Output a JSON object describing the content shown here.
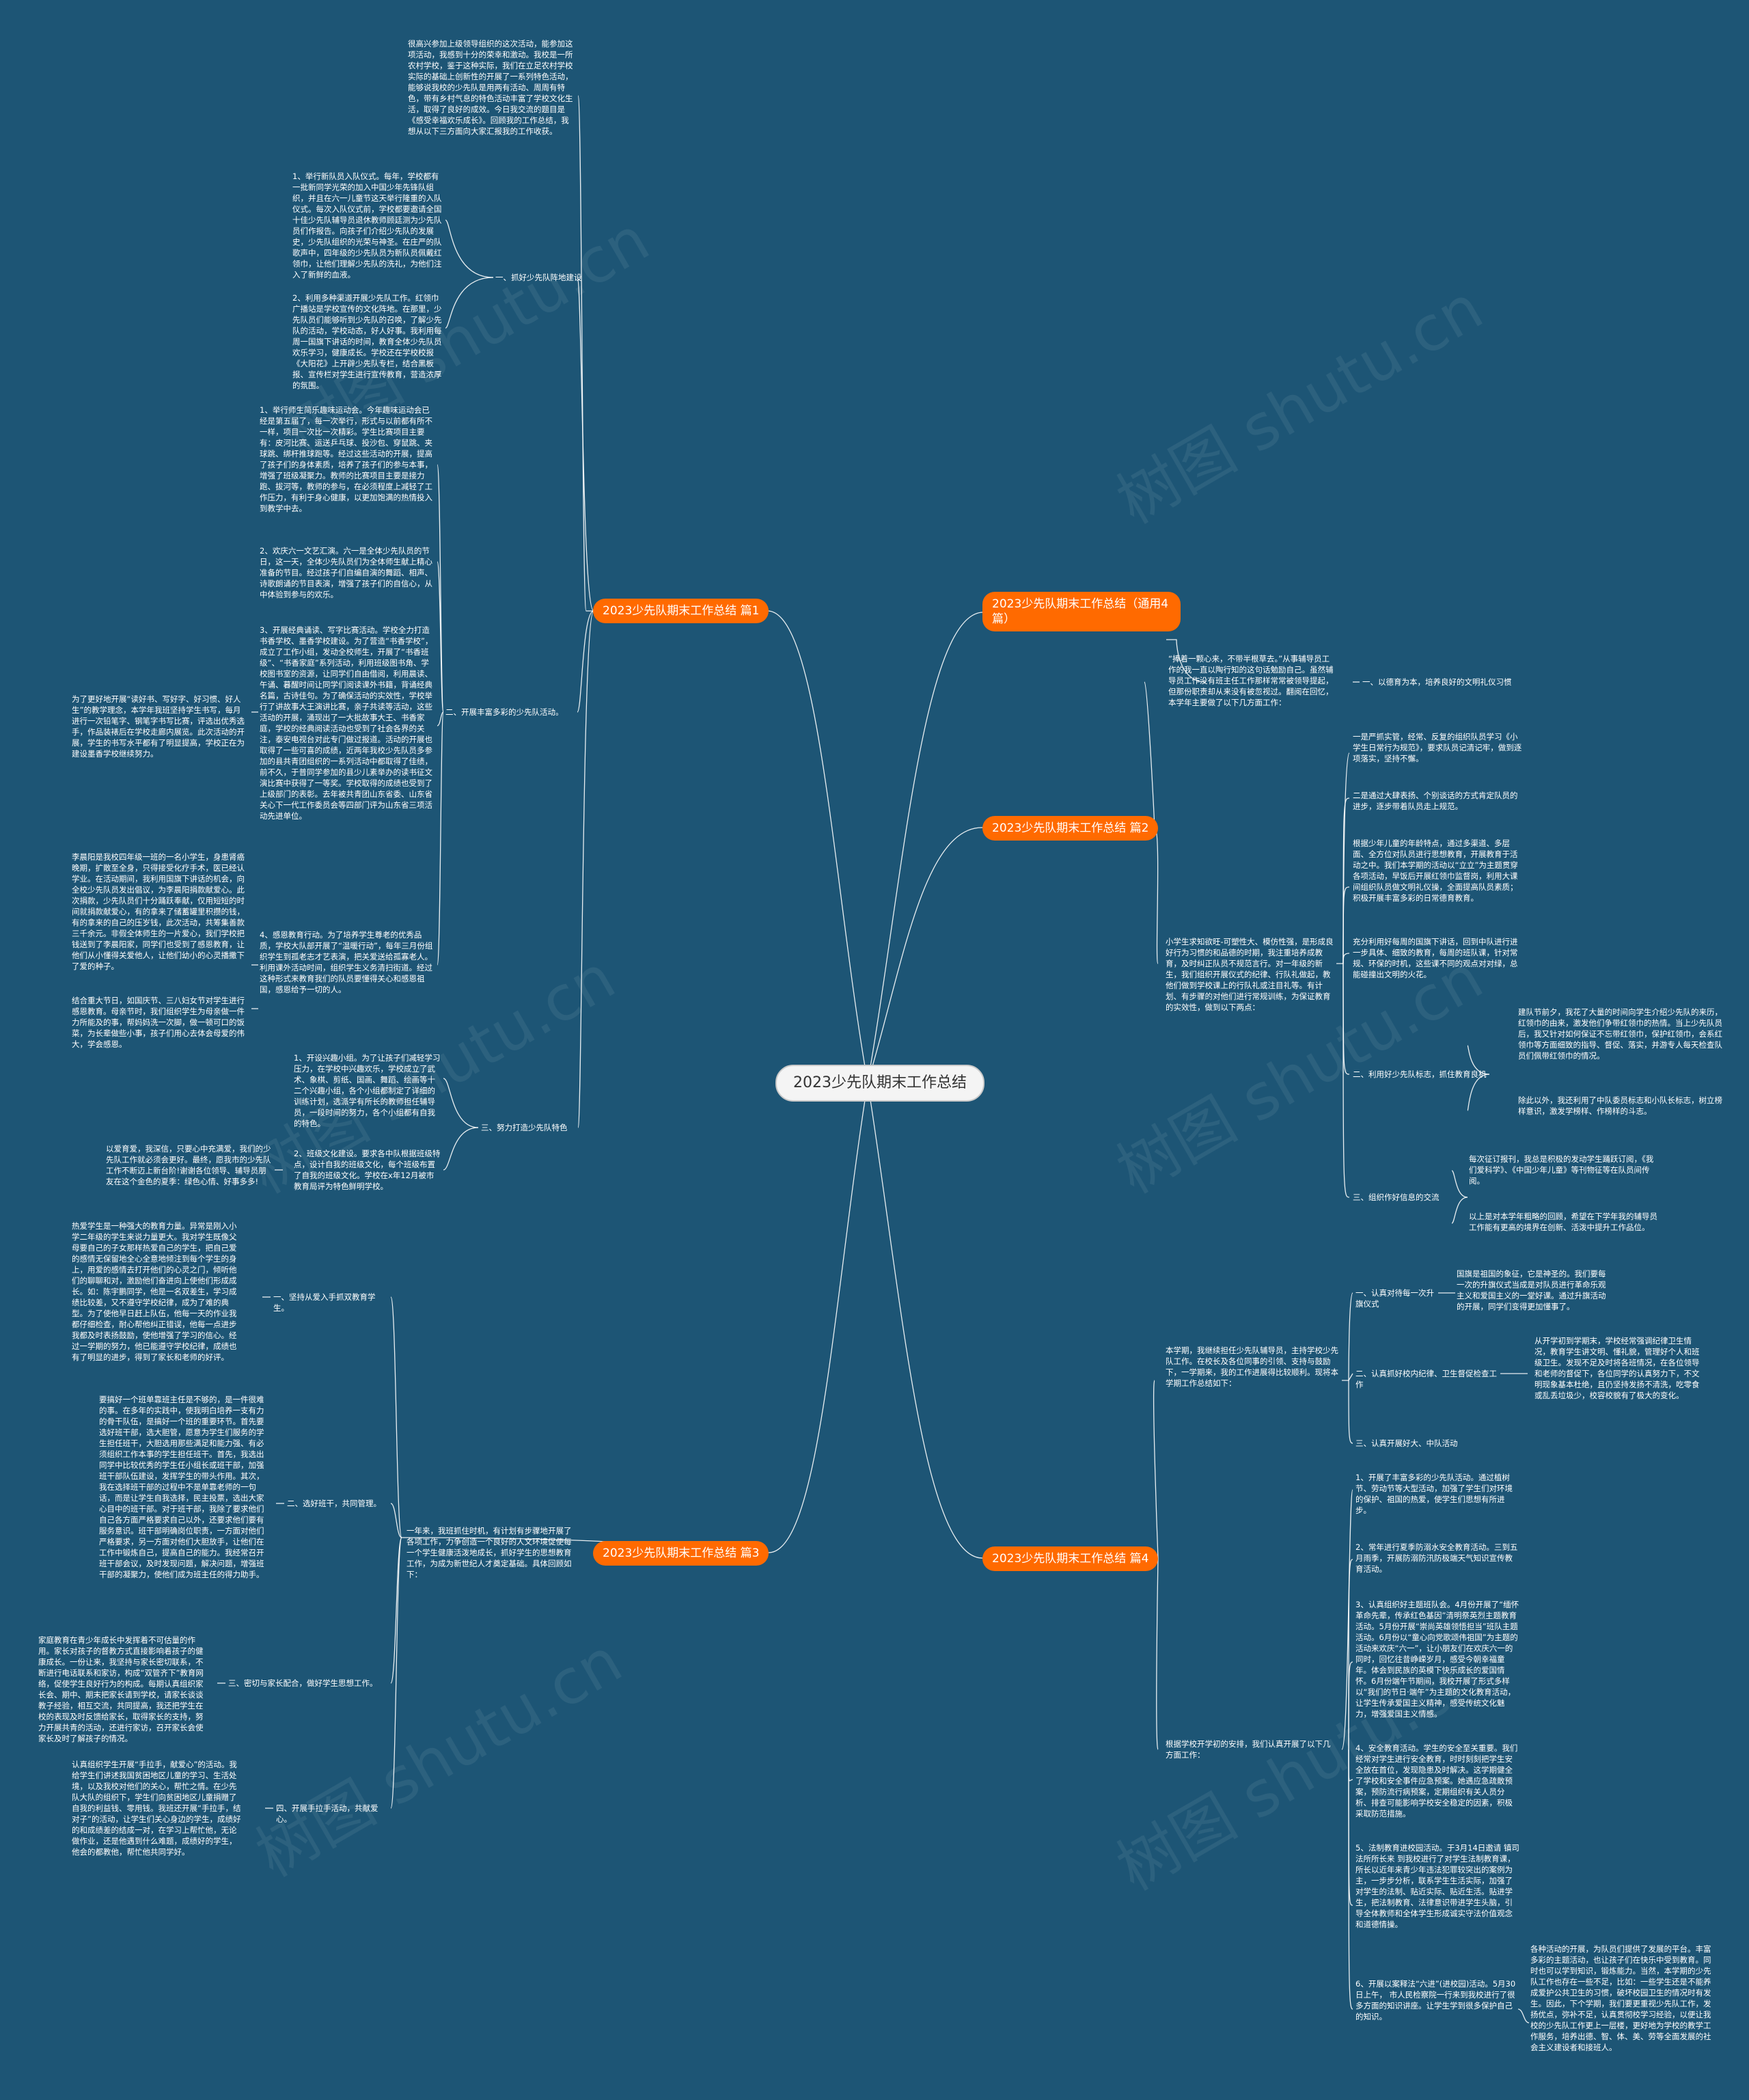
{
  "root": "2023少先队期末工作总结",
  "watermark": "树图 shutu.cn",
  "branches": {
    "b1": "2023少先队期末工作总结 篇1",
    "b2": "2023少先队期末工作总结（通用4篇）",
    "b3": "2023少先队期末工作总结 篇2",
    "b4": "2023少先队期末工作总结 篇3",
    "b5": "2023少先队期末工作总结 篇4"
  },
  "nodes": {
    "p1_intro": "很高兴参加上级领导组织的这次活动，能参加这项活动，我感到十分的荣幸和激动。我校是一所农村学校，鉴于这种实际，我们在立足农村学校实际的基础上创新性的开展了一系列特色活动，能够说我校的少先队是用两有活动、周周有特色，带有乡村气息的特色活动丰富了学校文化生活，取得了良好的成效。今日我交流的题目是《感受幸福欢乐成长》。回顾我的工作总结，我想从以下三方面向大家汇报我的工作收获。",
    "p1_s1": "一、抓好少先队阵地建设",
    "p1_s1_a": "1、举行新队员入队仪式。每年，学校都有一批新同学光荣的加入中国少年先锋队组织，并且在六一儿童节这天举行隆重的入队仪式。每次入队仪式前，学校都要邀请全国十佳少先队辅导员退休教师顾廷测为少先队员们作报告。向孩子们介绍少先队的发展史，少先队组织的光荣与神圣。在庄严的队歌声中，四年级的少先队员为新队员佩戴红领巾，让他们理解少先队的洗礼，为他们注入了新鲜的血液。",
    "p1_s1_b": "2、利用多种渠道开展少先队工作。红领巾广播站是学校宣传的文化阵地。在那里，少先队员们能够听到少先队的召唤，了解少先队的活动，学校动态，好人好事。我利用每周一国旗下讲话的时间，教育全体少先队员欢乐学习，健康成长。学校还在学校校报《大阳花》上开辟少先队专栏，结合黑板报、宣传栏对学生进行宣传教育，营造浓厚的氛围。",
    "p1_s2": "二、开展丰富多彩的少先队活动。",
    "p1_s2_a": "1、举行师生简乐趣味运动会。今年趣味运动会已经是第五届了，每一次举行，形式与以前都有所不一样，项目一次比一次精彩。学生比赛项目主要有：皮河比赛、运送乒乓球、投沙包、穿鼠跳、夹球跳、绑杆推球跑等。经过这些活动的开展，提高了孩子们的身体素质，培养了孩子们的参与本事，增强了班级凝聚力。教师的比赛项目主要是接力跑、拔河等，教师的参与，在必须程度上减轻了工作压力，有利于身心健康，以更加饱满的热情投入到教学中去。",
    "p1_s2_b": "2、欢庆六一文艺汇演。六一是全体少先队员的节日，这一天，全体少先队员们为全体师生献上精心准备的节目。经过孩子们自编自演的舞蹈、相声、诗歌朗诵的节目表演，增强了孩子们的自信心，从中体验到参与的欢乐。",
    "p1_s2_c": "3、开展经典诵读、写字比赛活动。学校全力打造书香学校、墨香学校建设。为了营造“书香学校”，成立了工作小组，发动全校师生，开展了“书香班级”、“书香家庭”系列活动，利用班级图书角、学校图书室的资源，让同学们自由借阅，利用晨读、午诵、暮醒时间让同学们阅读课外书籍，背诵经典名篇，古诗佳句。为了确保活动的实效性，学校举行了讲故事大王演讲比赛，亲子共读等活动，这些活动的开展，涌现出了一大批故事大王、书香家庭，学校的经典阅读活动也受到了社会各界的关注，泰安电视台对此专门做过报道。活动的开展也取得了一些可喜的成绩，近两年我校少先队员多参加的县共青团组织的一系列活动中都取得了佳绩，前不久，于普同学参加的县少儿素举办的读书征文演比赛中获得了一等奖。学校取得的成绩也受到了上级部门的表彰。去年被共青团山东省委、山东省关心下一代工作委员会等四部门评为山东省三项活动先进单位。",
    "p1_s2_side1": "为了更好地开展“读好书、写好字、好习惯、好人生”的教学理念，本学年我班坚持学生书写，每月进行一次铅笔字、钢笔字书写比赛，评选出优秀选手，作品装裱后在学校走廊内展览。此次活动的开展，学生的书写水平都有了明显提高，学校正在为建设墨香学校继续努力。",
    "p1_s2_d": "4、感恩教育行动。为了培养学生尊老的优秀品质，学校大队部开展了“温暖行动”，每年三月份组织学生到孤老志才艺表演，把关爱送给孤寡老人。利用课外活动时间，组织学生义务清扫街道。经过这种形式来教育我们的队员要懂得关心和感恩祖国，感恩给予一切的人。",
    "p1_s2_side2": "李晨阳是我校四年级一班的一名小学生，身患肾癌晚期，扩散至全身，只得接受化疗手术，医已经认学业。在活动期间，我利用国旗下讲话的机会，向全校少先队员发出倡议，为李晨阳捐款献爱心。此次捐款，少先队员们十分踊跃奉献，仅用短短的时间就捐款献爱心，有的拿来了储蓄罐里积攒的钱，有的拿来的自己的压岁钱，此次活动，共筹集善款三千余元。非假全体师生的一片爱心，我们学校把钱送到了李晨阳家，同学们也受到了感恩教育，让他们从小懂得关爱他人，让他们幼小的心灵播撒下了爱的种子。",
    "p1_s2_side3": "结合重大节日，如国庆节、三八妇女节对学生进行感恩教育。母亲节时，我们组织学生为母亲做一件力所能及的事，帮妈妈洗一次脚，做一顿可口的饭菜，为长辈做些小事，孩子们用心去体会母爱的伟大，学会感恩。",
    "p1_s3": "三、努力打造少先队特色",
    "p1_s3_a": "1、开设兴趣小组。为了让孩子们减轻学习压力，在学校中兴趣欢乐，学校成立了武术、象棋、剪纸、国画、舞蹈、绘画等十二个兴趣小组，各个小组都制定了详细的训练计划，选派学有所长的教师担任辅导员，一段时间的努力，各个小组都有自我的特色。",
    "p1_s3_b": "2、班级文化建设。要求各中队根据班级特点，设计自我的班级文化，每个班级布置了自我的班级文化。学校在x年12月被市教育局评为特色鲜明学校。",
    "p1_s3_side": "以爱育爱，我深信，只要心中充满爱，我们的少先队工作就必须会更好。最终，愿我市的少先队工作不断迈上新台阶!谢谢各位领导、辅导员朋友在这个金色的夏季：绿色心情、好事多多!",
    "p2_intro": "“捧着一颗心来，不带半根草去。”从事辅导员工作的我一直以陶行知的这句话勉励自己。虽然辅导员工作没有班主任工作那样常常被领导提起，但那份职责却从来没有被忽视过。翻阅在回忆，本学年主要做了以下几方面工作：",
    "p2_s1": "一、以德育为本，培养良好的文明礼仪习惯",
    "p2_a": "一是严抓实管，经常、反复的组织队员学习《小学生日常行为规范》，要求队员记清记牢，做到逐项落实，坚持不懈。",
    "p2_b": "二是通过大肆表扬、个别谈话的方式肯定队员的进步，逐步带着队员走上规范。",
    "p2_c": "根据少年儿童的年龄特点，通过多渠道、多层面、全方位对队员进行思想教育，开展教育于活动之中。我们本学期的活动以“立立”为主题贯穿各项活动，早饭后开展红领巾监督岗，利用大课间组织队员做文明礼仪操，全面提高队员素质；积极开展丰富多彩的日常德育教育。",
    "p2_d": "充分利用好每周的国旗下讲话，回到中队进行进一步具体、细致的教育，每周的班队课，针对常规、环保的时机，这些课不同的观点对对绿，总能碰撞出文明的火花。",
    "p2_s2_intro": "小学生求知欲旺-可塑性大、模仿性强，是形成良好行为习惯的和品德的时期，我注重培养成教育，及时纠正队员不规范言行。对一年级的新生，我们组织开展仪式的纪律、行队礼做起，教他们做到学校课上的行队礼或注目礼等。有计划、有步骤的对他们进行常规训练，为保证教育的实效性，做到以下两点：",
    "p2_s2": "二、利用好少先队标志，抓住教育良机",
    "p2_s2_a": "建队节前夕，我花了大量的时间向学生介绍少先队的来历，红领巾的由来，激发他们争带红领巾的热情。当上少先队员后，我又针对如何保证不忘带红领巾，保护红领巾，会系红领巾等方面细致的指导、督促、落实，并游专人每天检查队员们佩带红领巾的情况。",
    "p2_s2_b": "除此以外，我还利用了中队委员标志和小队长标志，树立榜样意识，激发学榜样、作榜样的斗志。",
    "p2_s3": "三、组织作好信息的交流",
    "p2_s3_a": "每次征订报刊，我总是积极的发动学生踊跃订阅，《我们爱科学》、《中国少年儿童》等刊物征等在队员间传阅。",
    "p2_s3_b": "以上是对本学年粗略的回顾，希望在下学年我的辅导员工作能有更高的境界在创新、活泼中提升工作品位。",
    "p3_intro": "本学期，我继续担任少先队辅导员，主持学校少先队工作。在校长及各位同事的引领、支持与鼓励下，一学期来，我的工作进展得比较顺利。现将本学期工作总结如下：",
    "p3_s1": "一、认真对待每一次升旗仪式",
    "p3_s1_a": "国旗是祖国的象征，它是神圣的。我们要每一次的升旗仪式当成是对队员进行革命乐观主义和爱国主义的一堂好课。通过升旗活动的开展，同学们变得更加懂事了。",
    "p3_s2": "二、认真抓好校内纪律、卫生督促检查工作",
    "p3_s2_a": "从开学初到学期末，学校经常强调纪律卫生情况，教育学生讲文明、懂礼貌，管理好个人和班级卫生。发现不足及时将各班情况，在各位领导和老师的督促下，各位同学的认真努力下，不文明现象基本杜绝，且仍坚持发扬不清洗，吃零食或乱丢垃圾少，校容校貌有了极大的变化。",
    "p3_s3": "三、认真开展好大、中队活动",
    "p4_intro": "一年来，我班抓住时机，有计划有步骤地开展了各项工作，力争创造一个良好的人文环境促使每一个学生健康活泼地成长，抓好学生的思想教育工作，为成为新世纪人才奠定基础。具体回顾如下：",
    "p4_s1": "一、坚持从爱入手抓双教育学生。",
    "p4_s1_a": "热爱学生是一种强大的教育力量。异常是刚入小学二年级的学生来说力量更大。我对学生既像父母要自己的子女那样热爱自己的学生，把自己爱的感情无保留地全心全意地倾注到每个学生的身上，用爱的感情去打开他们的心灵之门，倾听他们的聊聊和对，激励他们奋进向上使他们形成成长。如：陈宇鹏同学，他是一名双差生，学习成绩比较差，又不遵守学校纪律，成为了难的典型。为了使他早日赶上队伍，他每一天的作业我都仔细检查，耐心帮他纠正错误，他每一点进步我都及时表扬鼓励，使他增强了学习的信心。经过一学期的努力，他已能遵守学校纪律，成绩也有了明显的进步，得到了家长和老师的好评。",
    "p4_s2": "二、选好班干，共同管理。",
    "p4_s2_a": "要搞好一个班单靠班主任是不够的，是一件很难的事。在多年的实践中，使我明白培养一支有力的骨干队伍，是搞好一个班的重要环节。首先要选好班干部，选大胆管，愿意为学生们服务的学生担任班干，大胆选用那些满足和能力强、有必须组织工作本事的学生担任班干。首先，我选出同学中比较优秀的学生任小组长或班干部，加强班干部队伍建设，发挥学生的带头作用。其次，我在选择班干部的过程中不是单靠老师的一句话，而是让学生自我选择，民主投票，选出大家心目中的班干部。对于班干部，我除了要求他们自己各方面严格要求自己以外，还要求他们要有服务意识。班干部明确岗位职责，一方面对他们严格要求，另一方面对他们大胆放手，让他们在工作中锻炼自己，提高自己的能力。我经常召开班干部会议，及时发现问题，解决问题，增强班干部的凝聚力，使他们成为班主任的得力助手。",
    "p4_s3": "三、密切与家长配合，做好学生思想工作。",
    "p4_s3_a": "家庭教育在青少年成长中发挥着不可估量的作用。家长对孩子的督教方式直接影响着孩子的健康成长。一份让来，我坚持与家长密切联系，不断进行电话联系和家访，构成“双管齐下”教育网络，促使学生良好行为的构成。每期认真组织家长会、期中、期末把家长请到学校，请家长谈谈教子经验，相互交流，共同提高，我还把学生在校的表现及时反馈给家长，取得家长的支持，努力开展共青的活动，还进行家访，召开家长会使家长及时了解孩子的情况。",
    "p4_s4": "四、开展手拉手活动，共献爱心。",
    "p4_s4_a": "认真组织学生开展“手拉手，献爱心”的活动。我给学生们讲述我国贫困地区儿童的学习、生活处境，以及我校对他们的关心，帮忙之情。在少先队大队的组织下，学生们向贫困地区儿童捐赠了自我的利益钱、零用钱。我班还开展“手拉手，结对子”的活动，让学生们关心身边的学生，成绩好的和成绩差的结成一对，在学习上帮忙他，无论做作业，还是他遇到什么难题，成绩好的学生，他会的都教他，帮忙他共同学好。",
    "p5_intro": "根据学校开学初的安排，我们认真开展了以下几方面工作：",
    "p5_1": "1、开展了丰富多彩的少先队活动。通过植树节、劳动节等大型活动，加强了学生们对环境的保护、祖国的热爱，使学生们思想有所进步。",
    "p5_2": "2、常年进行夏季防溺水安全教育活动。三到五月雨季，开展防溺防汛防极端天气知识宣传教育活动。",
    "p5_3": "3、认真组织好主题班队会。4月份开展了“缅怀革命先辈，传承红色基因”清明祭英烈主题教育活动。5月份开展“崇尚英雄领悟担当”班队主题活动。6月份以“童心向党歌颂伟祖国”为主题的活动来欢庆“六一”，让小朋友们在欢庆六一的同时，回忆往昔峥嵘岁月，感受今朝幸福童年。体会到民族的英模下快乐成长的爱国情怀。6月份端午节期间，我校开展了形式多样以“我们的节日·端午”为主题的文化教育活动，让学生传承爱国主义精神，感受传统文化魅力，增强爱国主义情感。",
    "p5_4": "4、安全教育活动。学生的安全至关重要。我们经常对学生进行安全教育，时时刻刻把学生安全放在首位，发现隐患及时解决。这学期健全了学校和安全事件应急预案。她遇应急疏散预案，预防流行病预案，定期组织有关人员分析、排查可能影响学校安全稳定的因素，积极采取防范措施。",
    "p5_5": "5、法制教育进校园活动。于3月14日邀请  镇司法所所长来 到我校进行了对学生法制教育课，所长以近年来青少年违法犯罪较突出的案例为主，一步步分析，联系学生生活实际，加强了对学生的法制、贴近实际、贴近生活。贴进学生，把法制教育、法律意识带进学生头脑，引导全体教师和全体学生形成诚实守法价值观念和道德情操。",
    "p5_6": "6、开展以案释法“六进”(进校园)活动。5月30日上午， 市人民检察院一行来到我校进行了很多方面的知识讲座。让学生学到很多保护自己的知识。",
    "p5_6_a": "各种活动的开展，为队员们提供了发展的平台。丰富多彩的主题活动，也让孩子们在快乐中受到教育。同时也可以学到知识，锻炼能力。当然，本学期的少先队工作也存在一些不足，比如：一些学生还是不能养成爱护公共卫生的习惯，破坏校园卫生的情况时有发生。因此，下个学期，我们要更重视少先队工作，发扬优点，弥补不足，认真贯彻校学习经验，以便让我校的少先队工作更上一层楼，更好地为学校的教学工作服务，培养出德、智、体、美、劳等全面发展的社会主义建设者和接班人。"
  }
}
